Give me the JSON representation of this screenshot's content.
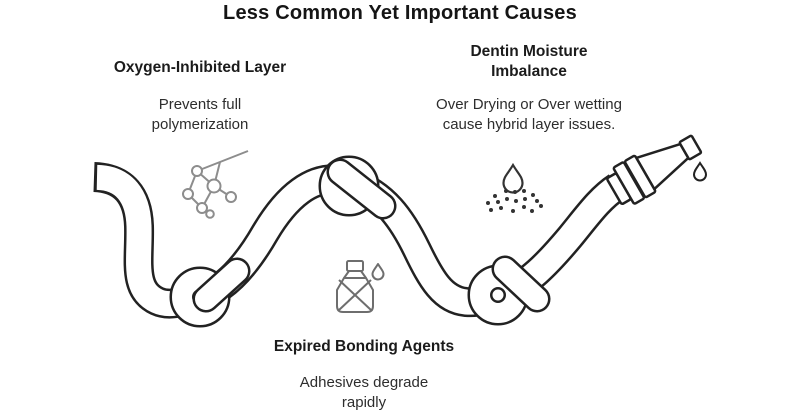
{
  "title": "Less Common Yet Important Causes",
  "causes": [
    {
      "id": "oxygen-inhibited-layer",
      "heading": "Oxygen-Inhibited Layer",
      "description": "Prevents full\npolymerization",
      "icon": "molecule-icon"
    },
    {
      "id": "dentin-moisture-imbalance",
      "heading": "Dentin Moisture\nImbalance",
      "description": "Over Drying or Over wetting\ncause hybrid layer issues.",
      "icon": "moisture-spray-icon"
    },
    {
      "id": "expired-bonding-agents",
      "heading": "Expired Bonding Agents",
      "description": "Adhesives degrade\nrapidly",
      "icon": "expired-bottle-icon"
    }
  ],
  "illustration": {
    "name": "knotted-hose-with-spray-nozzle",
    "knot_count": 3,
    "end_icon": "hose-nozzle-icon",
    "drip_icon": "water-drop-icon"
  },
  "colors": {
    "background": "#ffffff",
    "ink": "#222222",
    "body_text": "#2d2d2d",
    "icon_gray": "#8d8d8d",
    "icon_mid_gray": "#6e6e6e",
    "icon_dark": "#333333"
  }
}
